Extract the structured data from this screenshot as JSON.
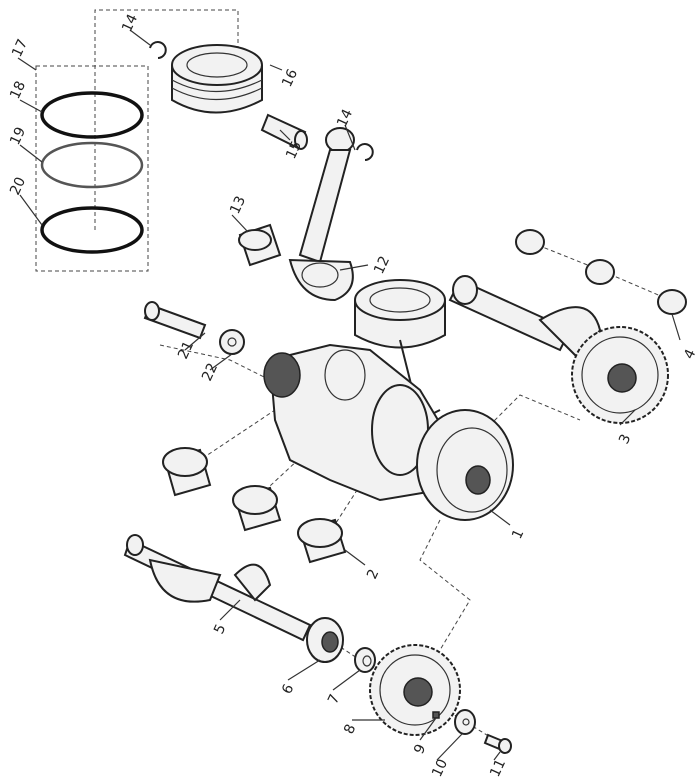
{
  "diagram": {
    "title": "Crankshaft, piston and balance shaft exploded view",
    "labels": [
      "1",
      "2",
      "3",
      "4",
      "5",
      "6",
      "7",
      "8",
      "9",
      "10",
      "11",
      "12",
      "13",
      "14",
      "15",
      "16",
      "17",
      "18",
      "19",
      "20",
      "21",
      "22"
    ],
    "label_14b": "14"
  }
}
